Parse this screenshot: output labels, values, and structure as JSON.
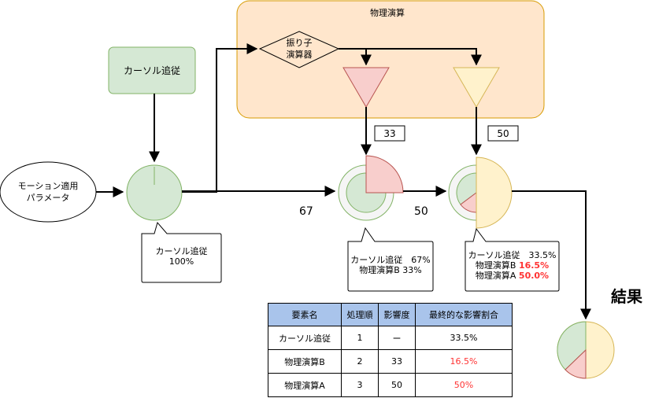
{
  "group": {
    "title": "物理演算"
  },
  "nodes": {
    "cursor_follow": "カーソル追従",
    "pendulum": [
      "振り子",
      "演算器"
    ],
    "motion_params": [
      "モーション適用",
      "パラメータ"
    ],
    "result": "結果"
  },
  "values": {
    "b_weight": "33",
    "a_weight": "50",
    "edge_67": "67",
    "edge_50": "50"
  },
  "callouts": {
    "c1": [
      "カーソル追従",
      "100%"
    ],
    "c2": [
      "カーソル追従　67%",
      "物理演算B 33%"
    ],
    "c3": {
      "line1": "カーソル追従　33.5%",
      "line2_label": "物理演算B ",
      "line2_value": "16.5%",
      "line3_label": "物理演算A ",
      "line3_value": "50.0%"
    }
  },
  "table": {
    "headers": [
      "要素名",
      "処理順",
      "影響度",
      "最終的な影響割合"
    ],
    "rows": [
      [
        "カーソル追従",
        "1",
        "ー",
        "33.5%"
      ],
      [
        "物理演算B",
        "2",
        "33",
        "16.5%"
      ],
      [
        "物理演算A",
        "3",
        "50",
        "50%"
      ]
    ]
  },
  "colors": {
    "green_fill": "#d5e8d4",
    "green_stroke": "#82b366",
    "red_fill": "#f8cecc",
    "red_stroke": "#b85450",
    "yellow_fill": "#fff2cc",
    "yellow_stroke": "#d6b656",
    "orange_fill": "#ffe6cc",
    "orange_stroke": "#d79b00",
    "header_blue": "#a9c4eb",
    "highlight_red": "#ff3333"
  }
}
